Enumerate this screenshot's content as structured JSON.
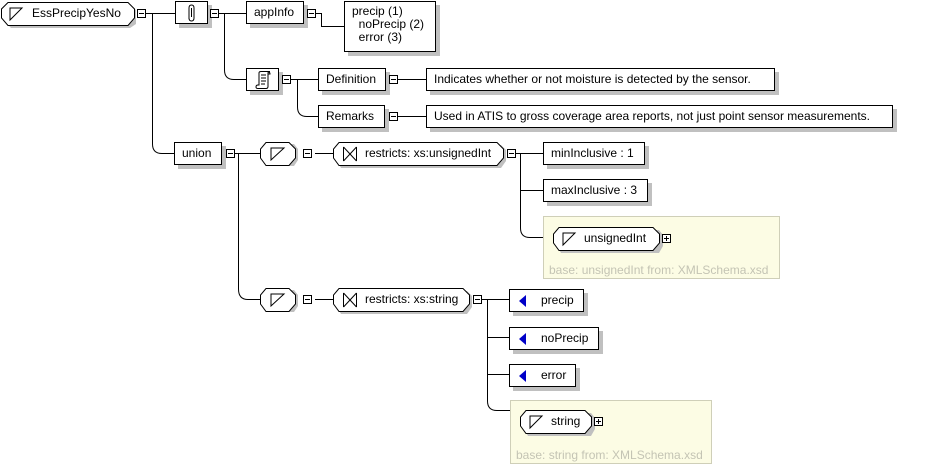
{
  "root": {
    "name": "EssPrecipYesNo",
    "icon": "simple-type-icon"
  },
  "annotation": {
    "icon": "paperclip-icon",
    "appinfo": {
      "label": "appInfo",
      "lines": [
        "precip (1)",
        "  noPrecip (2)",
        "  error (3)"
      ]
    },
    "documentation": {
      "icon": "scroll-document-icon",
      "items": [
        {
          "label": "Definition",
          "text": "Indicates whether or not moisture is detected by the sensor."
        },
        {
          "label": "Remarks",
          "text": "Used in ATIS to gross coverage area reports, not just point sensor measurements."
        }
      ]
    }
  },
  "union": {
    "label": "union",
    "members": [
      {
        "icon": "simple-type-icon",
        "restriction": "restricts: xs:unsignedInt",
        "facets": [
          "minInclusive : 1",
          "maxInclusive : 3"
        ],
        "base_type": {
          "name": "unsignedInt",
          "note": "base: unsignedInt from: XMLSchema.xsd"
        }
      },
      {
        "icon": "simple-type-icon",
        "restriction": "restricts: xs:string",
        "enumerations": [
          "precip",
          "noPrecip",
          "error"
        ],
        "base_type": {
          "name": "string",
          "note": "base: string from: XMLSchema.xsd"
        }
      }
    ]
  },
  "colors": {
    "enum_marker": "#0000c8",
    "base_panel": "#fcfce4",
    "shadow": "#c0c0c0"
  }
}
